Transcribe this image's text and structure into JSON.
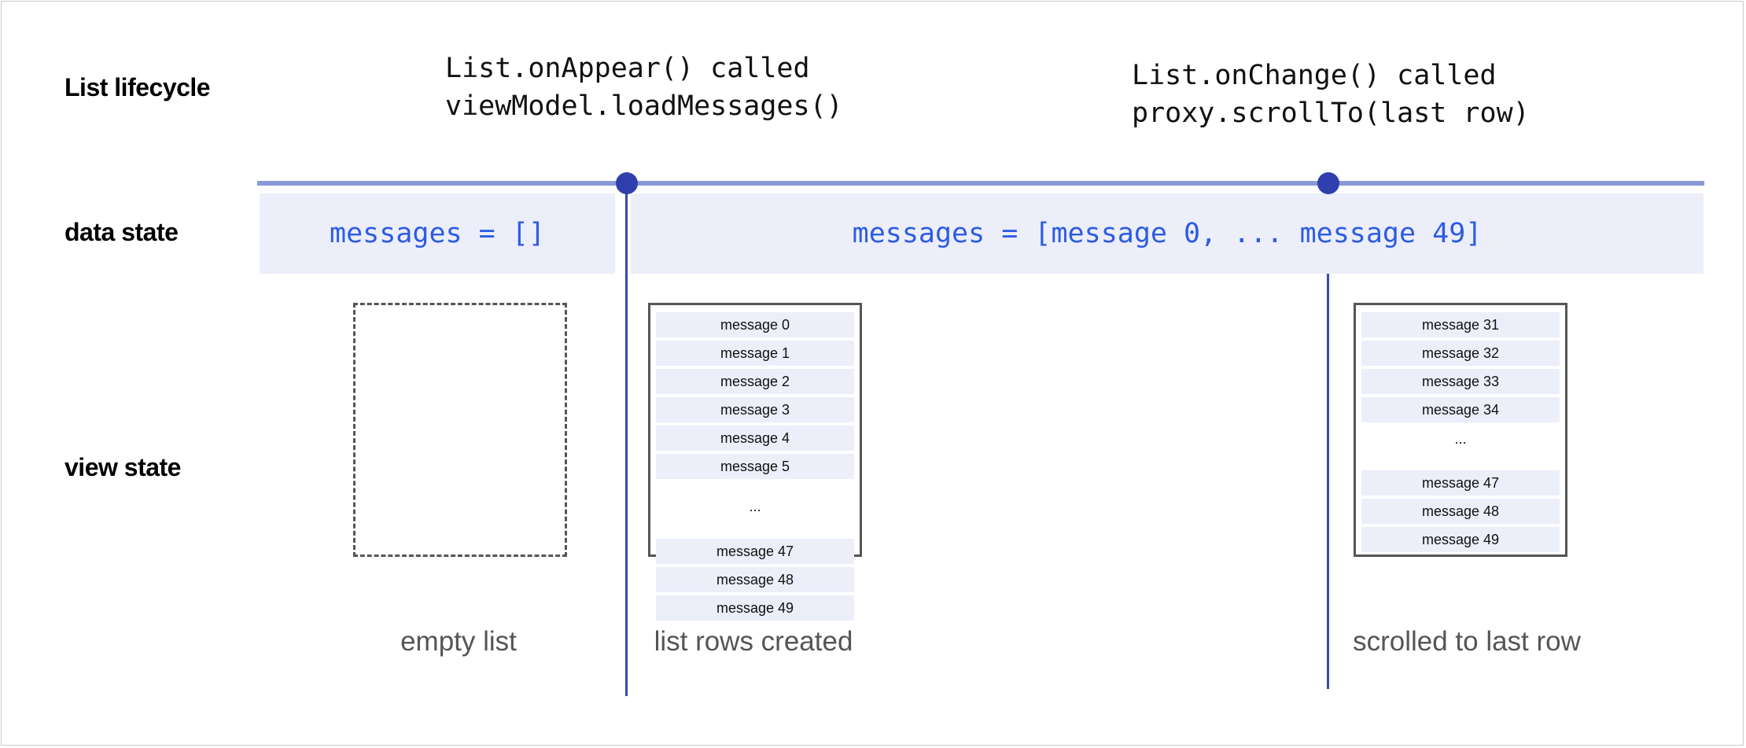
{
  "rows": {
    "lifecycle": "List lifecycle",
    "data_state": "data state",
    "view_state": "view state"
  },
  "events": {
    "on_appear": {
      "line1": "List.onAppear() called",
      "line2": "viewModel.loadMessages()"
    },
    "on_change": {
      "line1": "List.onChange() called",
      "line2": "proxy.scrollTo(last row)"
    }
  },
  "data_state": {
    "empty": "messages = []",
    "loaded": "messages = [message 0, ... message 49]"
  },
  "view_state": {
    "created_rows_top": [
      "message 0",
      "message 1",
      "message 2",
      "message 3",
      "message 4",
      "message 5"
    ],
    "created_ellipsis": "...",
    "created_rows_bottom": [
      "message 47",
      "message 48",
      "message 49"
    ],
    "scrolled_rows_top": [
      "message 31",
      "message 32",
      "message 33",
      "message 34"
    ],
    "scrolled_ellipsis": "...",
    "scrolled_rows_bottom": [
      "message 47",
      "message 48",
      "message 49"
    ]
  },
  "captions": {
    "empty": "empty list",
    "created": "list rows created",
    "scrolled": "scrolled to last row"
  },
  "colors": {
    "timeline": "#8a99d8",
    "marker": "#2f3fae",
    "band": "#eceefa",
    "code_blue": "#2d5ce4"
  }
}
